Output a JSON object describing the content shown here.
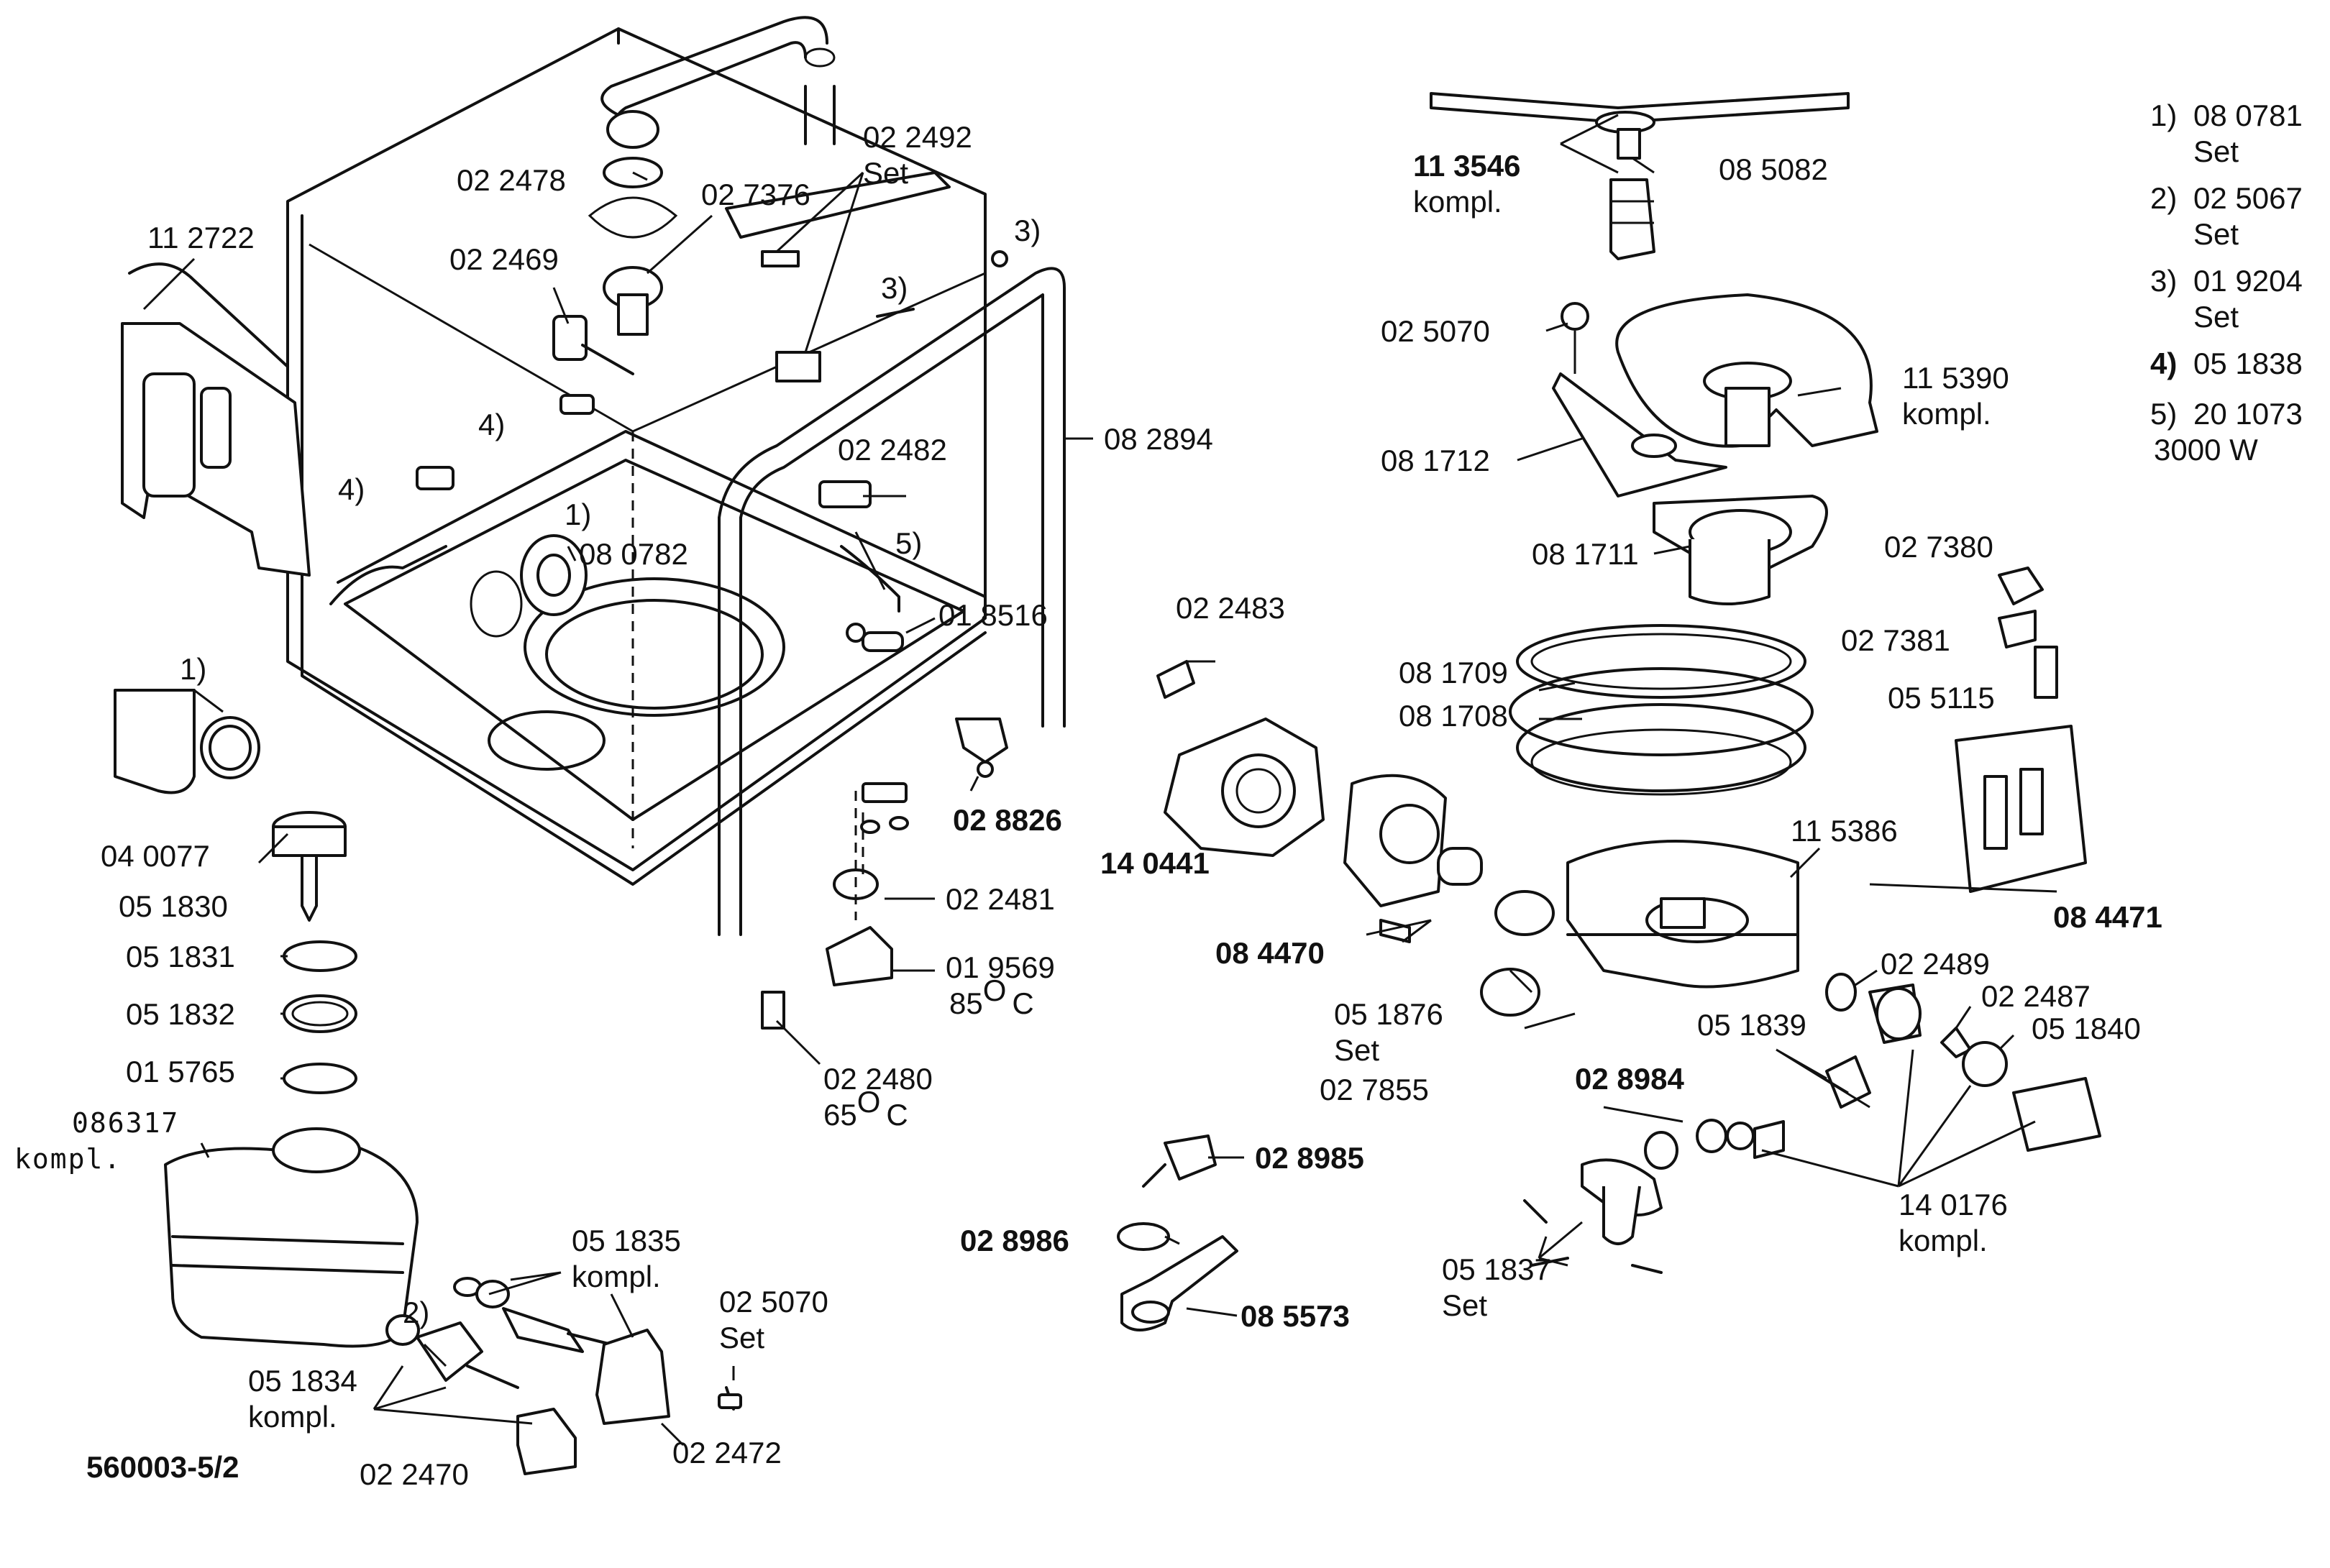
{
  "footnotes": [
    {
      "ref": "1)",
      "code": "08 0781",
      "note": "Set"
    },
    {
      "ref": "2)",
      "code": "02 5067",
      "note": "Set"
    },
    {
      "ref": "3)",
      "code": "01 9204",
      "note": "Set"
    },
    {
      "ref": "4)",
      "code": "05 1838",
      "note": ""
    },
    {
      "ref": "5)",
      "code": "20 1073",
      "note": "3000 W"
    }
  ],
  "drawing_number": "560003-5/2",
  "labels": {
    "p112722": "11 2722",
    "p022478": "02 2478",
    "p022469": "02 2469",
    "p027376": "02 7376",
    "p022492": "02 2492",
    "p022492_set": "Set",
    "ref3a": "3)",
    "ref3b": "3)",
    "ref4a": "4)",
    "ref4b": "4)",
    "ref1a": "1)",
    "ref1b": "1)",
    "ref5": "5)",
    "p082894": "08 2894",
    "p022482": "02 2482",
    "p080782": "08 0782",
    "p018516": "01 8516",
    "p040077": "04 0077",
    "p051830": "05 1830",
    "p051831": "05 1831",
    "p051832": "05 1832",
    "p015765": "01 5765",
    "p086317": "086317",
    "p086317_k": "kompl.",
    "p028826": "02 8826",
    "p022481": "02 2481",
    "p019569": "01 9569",
    "p019569_t": "85",
    "p022480": "02 2480",
    "p022480_t": "65",
    "temp_deg": "O",
    "temp_unit": "C",
    "p051835": "05 1835",
    "p051835_k": "kompl.",
    "p025070b": "02 5070",
    "p025070b_set": "Set",
    "ref2": "2)",
    "p051834": "05 1834",
    "p051834_k": "kompl.",
    "p022470": "02 2470",
    "p022472": "02 2472",
    "p113546": "11 3546",
    "p113546_k": "kompl.",
    "p085082": "08 5082",
    "p025070a": "02 5070",
    "p115390": "11 5390",
    "p115390_k": "kompl.",
    "p081712": "08 1712",
    "p081711": "08 1711",
    "p027380": "02 7380",
    "p027381": "02 7381",
    "p055115": "05 5115",
    "p022483": "02 2483",
    "p081709": "08 1709",
    "p081708": "08 1708",
    "p140441": "14 0441",
    "p115386": "11 5386",
    "p084471": "08 4471",
    "p084470": "08 4470",
    "p022489": "02 2489",
    "p022487": "02 2487",
    "p051840": "05 1840",
    "p051876": "05 1876",
    "p051876_set": "Set",
    "p051839": "05 1839",
    "p027855": "02 7855",
    "p028984": "02 8984",
    "p028985": "02 8985",
    "p028986": "02 8986",
    "p085573": "08 5573",
    "p140176": "14 0176",
    "p140176_k": "kompl.",
    "p051837": "05 1837",
    "p051837_set": "Set"
  }
}
